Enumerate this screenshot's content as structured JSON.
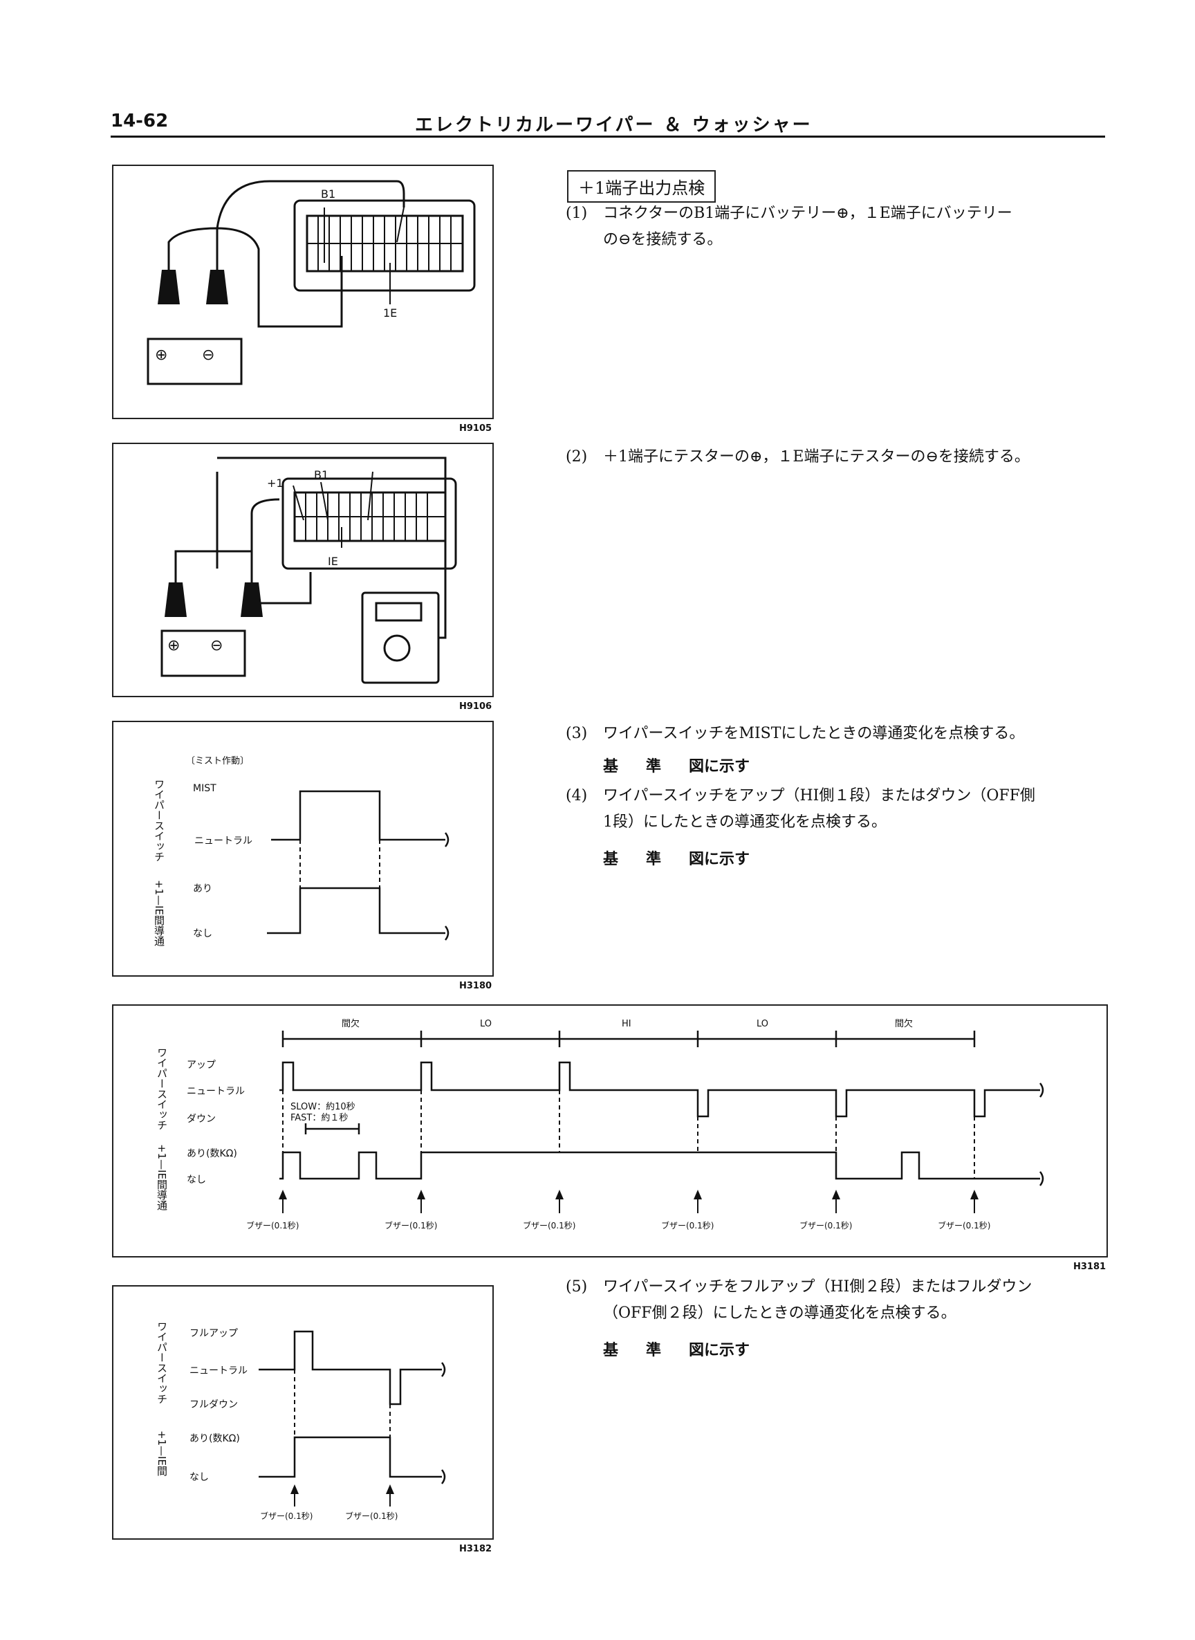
{
  "header": {
    "page_number": "14-62",
    "title": "エレクトリカルーワイパー ＆ ウォッシャー"
  },
  "section_heading": "＋1端子出力点検",
  "steps": [
    {
      "num": "(1)",
      "lines": [
        "コネクターのB1端子にバッテリー⊕，１E端子にバッテリー",
        "の⊖を接続する。"
      ]
    },
    {
      "num": "(2)",
      "lines": [
        "＋1端子にテスターの⊕，１E端子にテスターの⊖を接続する。"
      ]
    },
    {
      "num": "(3)",
      "lines": [
        "ワイパースイッチをMISTにしたときの導通変化を点検する。"
      ]
    },
    {
      "num": "(4)",
      "lines": [
        "ワイパースイッチをアップ（HI側１段）またはダウン（OFF側",
        "1段）にしたときの導通変化を点検する。"
      ]
    },
    {
      "num": "(5)",
      "lines": [
        "ワイパースイッチをフルアップ（HI側２段）またはフルダウン",
        "（OFF側２段）にしたときの導通変化を点検する。"
      ]
    }
  ],
  "standard": {
    "label1": "基",
    "label2": "準",
    "value": "図に示す"
  },
  "fig1": {
    "code": "H9105",
    "b1": "B1",
    "ie": "1E",
    "plus": "⊕",
    "minus": "⊖"
  },
  "fig2": {
    "code": "H9106",
    "p1": "+1",
    "b1": "B1",
    "ie": "IE",
    "plus": "⊕",
    "minus": "⊖"
  },
  "fig3": {
    "code": "H3180",
    "caption": "〔ミスト作動〕",
    "switch_label": "ワイパースイッチ",
    "mist": "MIST",
    "neutral": "ニュートラル",
    "cond_label": "+1—IE間導通",
    "on": "あり",
    "off": "なし"
  },
  "fig4": {
    "code": "H3181",
    "segments": [
      "間欠",
      "LO",
      "HI",
      "LO",
      "間欠"
    ],
    "switch_label": "ワイパースイッチ",
    "up": "アップ",
    "neutral": "ニュートラル",
    "down": "ダウン",
    "cond_label": "+1—IE間導通",
    "on": "あり(数KΩ)",
    "off": "なし",
    "slow": "SLOW：約10秒",
    "fast": "FAST：約１秒",
    "buzzer": "ブザー(0.1秒)"
  },
  "fig5": {
    "code": "H3182",
    "switch_label": "ワイパースイッチ",
    "full_up": "フルアップ",
    "neutral": "ニュートラル",
    "full_down": "フルダウン",
    "cond_label": "+1—IE間",
    "on": "あり(数KΩ)",
    "off": "なし",
    "buzzer": "ブザー(0.1秒)"
  }
}
